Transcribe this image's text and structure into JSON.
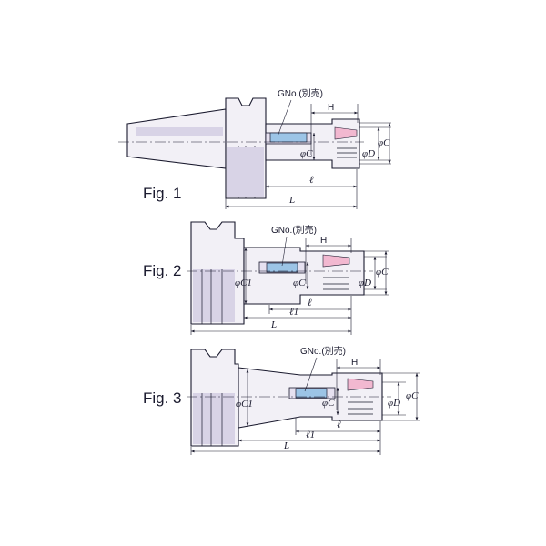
{
  "figures": [
    {
      "label": "Fig. 1",
      "gno": "GNo.(別売)",
      "dims": {
        "H": "H",
        "phiC": "φC",
        "phiC_inner": "φC",
        "phiD": "φD",
        "l": "ℓ",
        "L": "L"
      }
    },
    {
      "label": "Fig. 2",
      "gno": "GNo.(別売)",
      "dims": {
        "H": "H",
        "phiC1": "φC1",
        "phiC": "φC",
        "phiC_right": "φC",
        "phiD": "φD",
        "l": "ℓ",
        "l1": "ℓ1",
        "L": "L"
      }
    },
    {
      "label": "Fig. 3",
      "gno": "GNo.(別売)",
      "dims": {
        "H": "H",
        "phiC1": "φC1",
        "phiC": "φC",
        "phiC_right": "φC",
        "phiD": "φD",
        "l": "ℓ",
        "l1": "ℓ1",
        "L": "L"
      }
    }
  ]
}
